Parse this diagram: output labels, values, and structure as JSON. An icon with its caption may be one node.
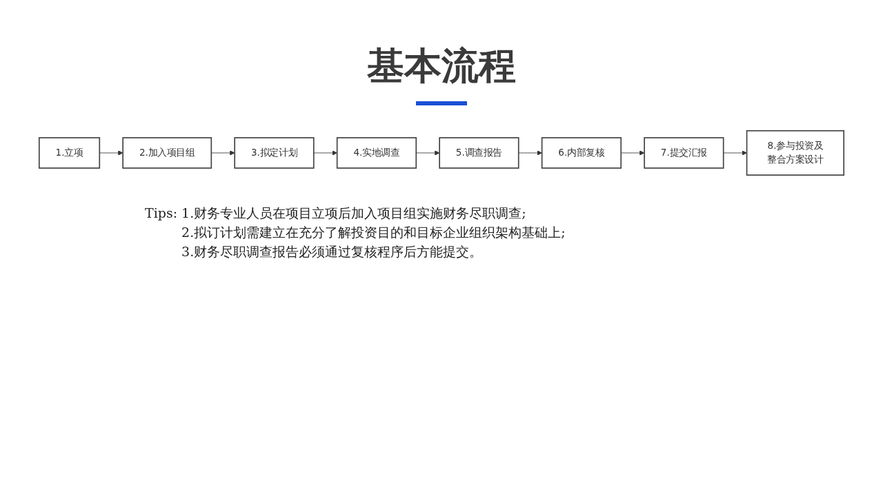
{
  "diagram": {
    "title": "基本流程",
    "nodes": [
      {
        "text": [
          "1.立项"
        ]
      },
      {
        "text": [
          "2.加入项目组"
        ]
      },
      {
        "text": [
          "3.拟定计划"
        ]
      },
      {
        "text": [
          "4.实地调查"
        ]
      },
      {
        "text": [
          "5.调查报告"
        ]
      },
      {
        "text": [
          "6.内部复核"
        ]
      },
      {
        "text": [
          "7.提交汇报"
        ]
      },
      {
        "text": [
          "8.参与投资及整合方案设计"
        ]
      }
    ],
    "edges": [
      {
        "from": 0,
        "to": 1,
        "arrow": "to"
      },
      {
        "from": 1,
        "to": 2,
        "arrow": "to"
      },
      {
        "from": 2,
        "to": 3,
        "arrow": "to"
      },
      {
        "from": 3,
        "to": 4,
        "arrow": "to"
      },
      {
        "from": 4,
        "to": 5,
        "arrow": "to"
      },
      {
        "from": 5,
        "to": 6,
        "arrow": "to"
      },
      {
        "from": 6,
        "to": 7,
        "arrow": "to"
      }
    ],
    "labels": [
      "Tips:",
      "1.财务专业人员在项目立项后加入项目组实施财务尽职调查;",
      "2.拟订计划需建立在充分了解投资目的和目标企业组织架构基础上;",
      "3.财务尽职调查报告必须通过复核程序后方能提交。"
    ]
  }
}
